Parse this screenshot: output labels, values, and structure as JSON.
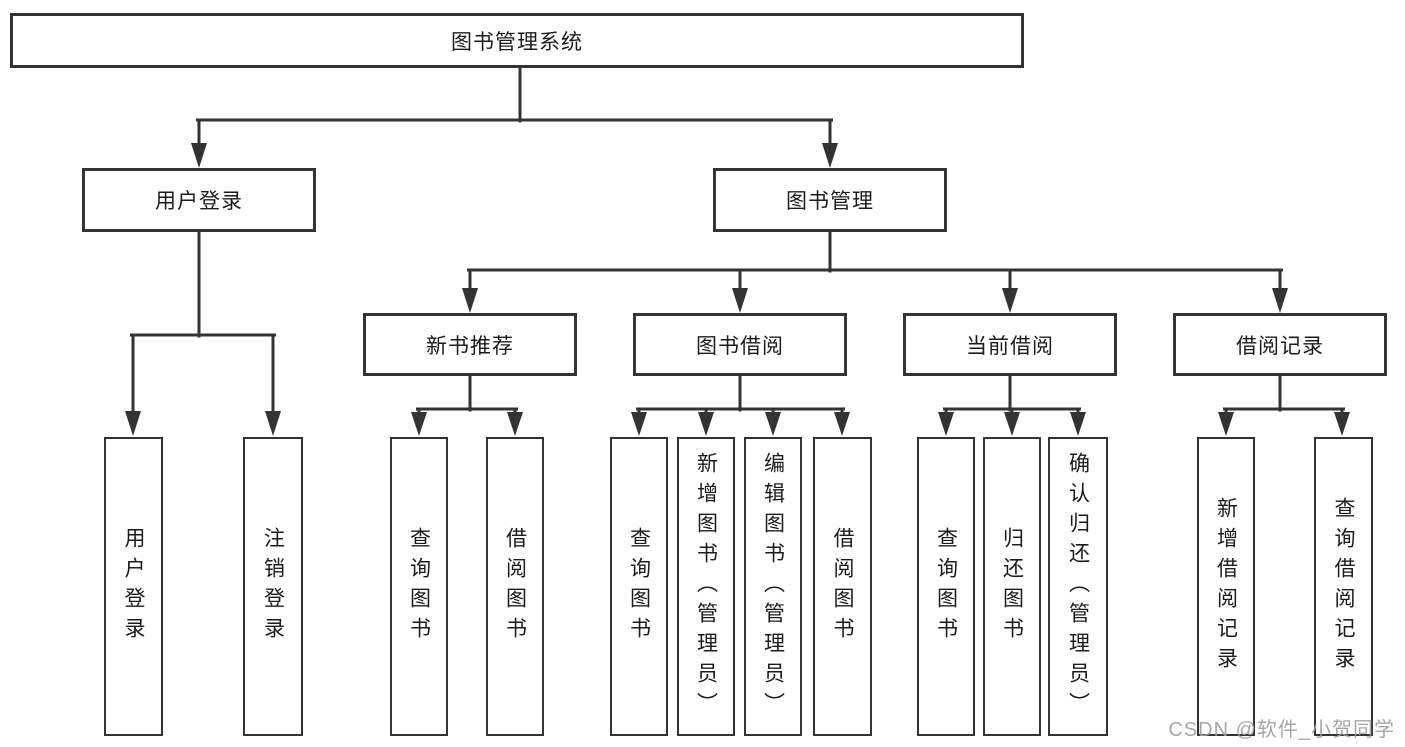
{
  "diagram": {
    "tree": {
      "root": {
        "label": "图书管理系统"
      },
      "children": [
        {
          "label": "用户登录",
          "children": [
            {
              "label": "用户登录"
            },
            {
              "label": "注销登录"
            }
          ]
        },
        {
          "label": "图书管理",
          "children": [
            {
              "label": "新书推荐",
              "children": [
                {
                  "label": "查询图书"
                },
                {
                  "label": "借阅图书"
                }
              ]
            },
            {
              "label": "图书借阅",
              "children": [
                {
                  "label": "查询图书"
                },
                {
                  "label": "新增图书（管理员）"
                },
                {
                  "label": "编辑图书（管理员）"
                },
                {
                  "label": "借阅图书"
                }
              ]
            },
            {
              "label": "当前借阅",
              "children": [
                {
                  "label": "查询图书"
                },
                {
                  "label": "归还图书"
                },
                {
                  "label": "确认归还（管理员）"
                }
              ]
            },
            {
              "label": "借阅记录",
              "children": [
                {
                  "label": "新增借阅记录"
                },
                {
                  "label": "查询借阅记录"
                }
              ]
            }
          ]
        }
      ]
    },
    "watermark": {
      "text": "CSDN @软件_小贺同学"
    },
    "colors": {
      "line": "#333333",
      "ink": "#1c1c1c",
      "watermark": "#9e9e9e",
      "background": "#ffffff"
    }
  }
}
